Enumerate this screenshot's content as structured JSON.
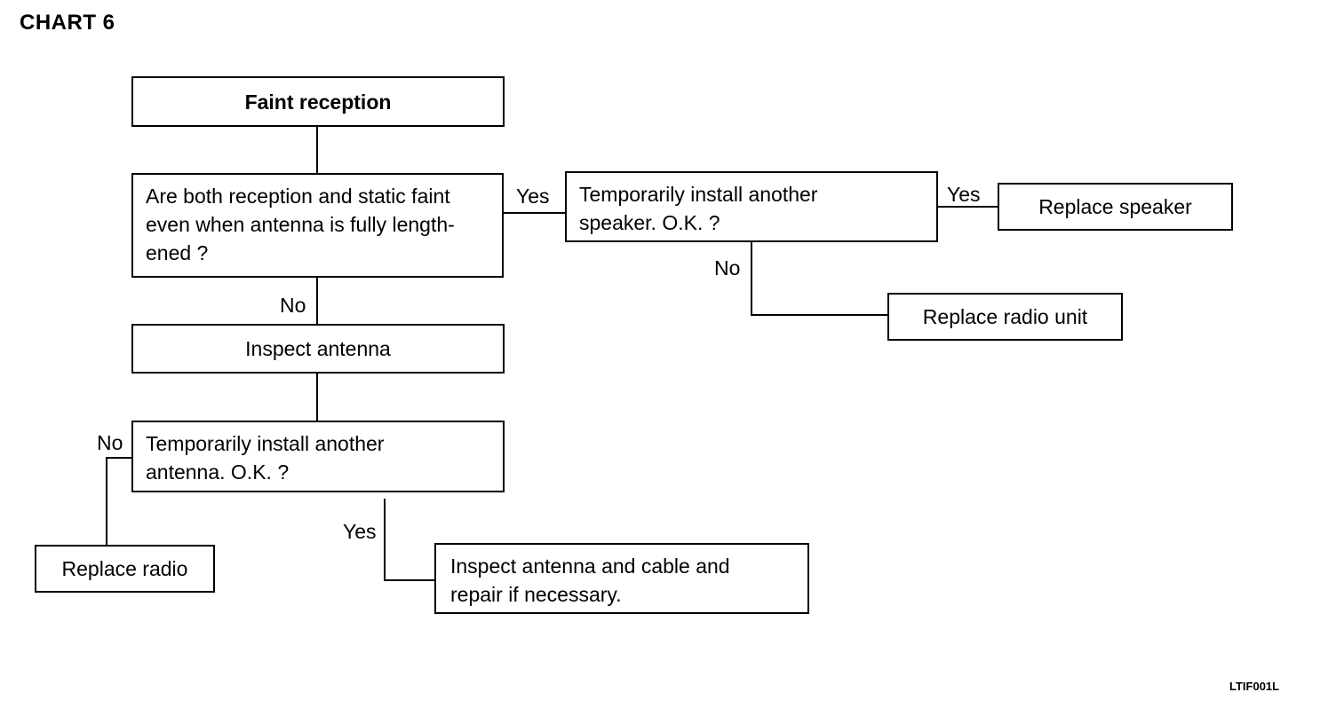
{
  "title": "CHART 6",
  "figure_code": "LTIF001L",
  "boxes": {
    "faint_reception": "Faint reception",
    "question_antenna": [
      "Are both reception and static faint",
      "even when antenna is fully length-",
      "ened ?"
    ],
    "question_speaker": [
      "Temporarily install another",
      "speaker. O.K. ?"
    ],
    "replace_speaker": "Replace speaker",
    "replace_radio_unit": "Replace radio unit",
    "inspect_antenna": "Inspect antenna",
    "question_another_antenna": [
      "Temporarily install another",
      "antenna. O.K. ?"
    ],
    "replace_radio": "Replace radio",
    "inspect_cable": [
      "Inspect antenna and cable and",
      "repair if necessary."
    ]
  },
  "labels": {
    "yes_q1": "Yes",
    "yes_q2": "Yes",
    "no_q2": "No",
    "no_q1": "No",
    "no_q3": "No",
    "yes_q3": "Yes"
  }
}
